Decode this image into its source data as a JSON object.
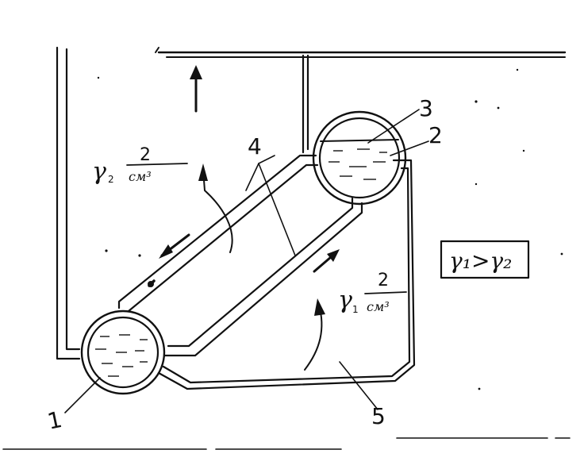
{
  "labels": {
    "drum_lower": "1",
    "water_level": "2",
    "steam_space": "3",
    "pipes": "4",
    "downcomer": "5"
  },
  "annotations": {
    "left_gamma": "γ",
    "left_sub": "2",
    "left_frac_num": "2",
    "left_frac_den": "см³",
    "right_gamma": "γ",
    "right_sub": "1",
    "right_frac_num": "2",
    "right_frac_den": "см³",
    "relation": "γ₁>γ₂"
  },
  "colors": {
    "ink": "#111111",
    "paper": "#ffffff"
  }
}
